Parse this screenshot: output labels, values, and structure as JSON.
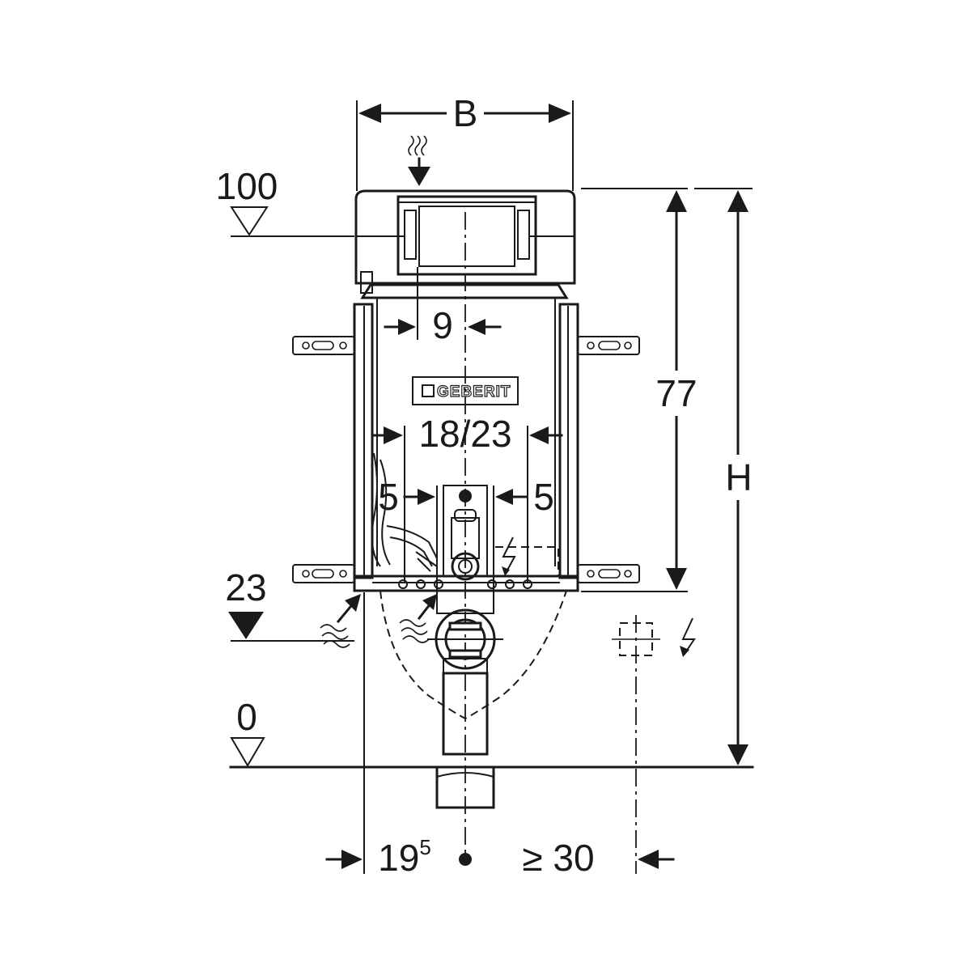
{
  "dimensions": {
    "width": "B",
    "height_total": "H",
    "height_frame": "77",
    "level_top": "100",
    "level_mid": "23",
    "level_floor": "0",
    "actuator_offset": "9",
    "flush_pipe": "18/23",
    "side_left": "5",
    "side_right": "5",
    "wall_depth_base": "19",
    "wall_depth_sup": "5",
    "min_side_clearance": "≥ 30"
  },
  "brand": {
    "logo": "GEBERIT"
  },
  "icons": {
    "water_supply": "water-supply-icon",
    "electrical": "electrical-lightning-icon",
    "wall_plug": "wall-plug-box-icon"
  },
  "colors": {
    "line": "#1a1a1a",
    "background": "#ffffff"
  }
}
